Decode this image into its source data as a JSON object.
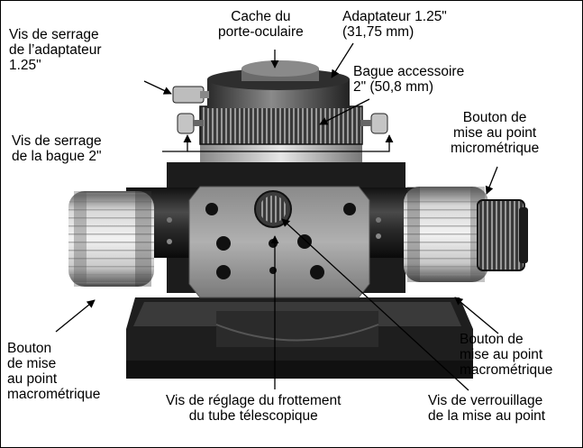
{
  "labels": {
    "cache": "Cache du\nporte-oculaire",
    "adaptateur": "Adaptateur 1.25\"\n(31,75 mm)",
    "vis_adaptateur": "Vis de serrage\nde l’adaptateur\n1.25\"",
    "bague": "Bague accessoire\n2\" (50,8 mm)",
    "vis_bague": "Vis de serrage\nde la bague 2\"",
    "bouton_micro": "Bouton de\nmise au point\nmicrométrique",
    "bouton_macro_left": "Bouton\nde mise\nau point\nmacrométrique",
    "bouton_macro_right": "Bouton de\nmise au point\nmacrométrique",
    "vis_frottement": "Vis de réglage du frottement\ndu tube télescopique",
    "vis_verrouillage": "Vis de verrouillage\nde la mise au point"
  }
}
